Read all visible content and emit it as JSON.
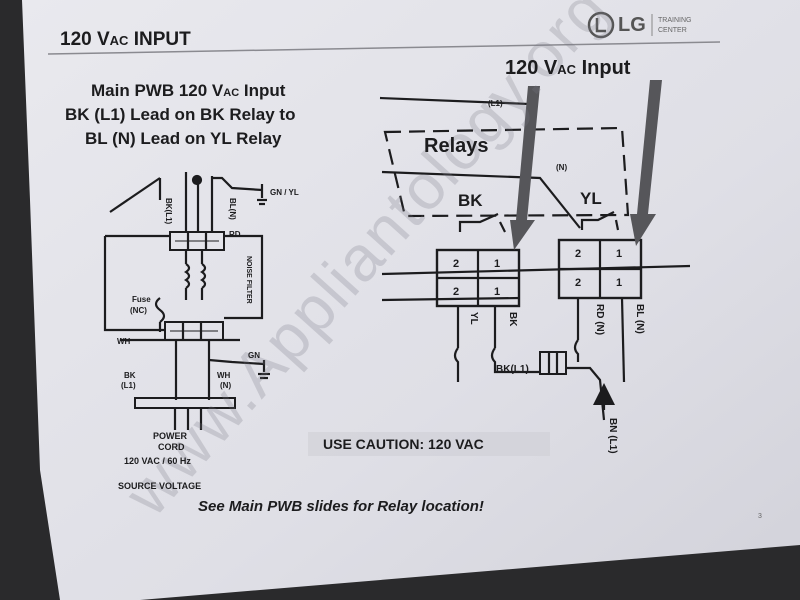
{
  "header": {
    "title": "120 VAC INPUT",
    "title_main": "120 V",
    "title_sub": "AC",
    "title_rest": " INPUT",
    "logo_text": "LG",
    "logo_caption_line1": "TRAINING",
    "logo_caption_line2": "CENTER"
  },
  "heading": {
    "line1_main": "Main PWB 120 V",
    "line1_sub": "AC",
    "line1_rest": " Input",
    "line2": "BK (L1) Lead on BK Relay to",
    "line3": "BL (N) Lead on YL Relay"
  },
  "left_diagram": {
    "gn_yl": "GN / YL",
    "bk_l1_vertical": "BK(L1)",
    "bl_n_vertical": "BL(N)",
    "rd": "RD",
    "noise_filter": "NOISE FILTER",
    "fuse": "Fuse",
    "fuse_note": "(NC)",
    "wh_left": "WH",
    "gn": "GN",
    "bk": "BK",
    "l1": "(L1)",
    "wh": "WH",
    "n": "(N)",
    "power": "POWER",
    "cord": "CORD",
    "rating": "120 VAC / 60 Hz",
    "source_voltage": "SOURCE VOLTAGE"
  },
  "right_diagram": {
    "input_label_main": "120 V",
    "input_label_sub": "AC",
    "input_label_rest": " Input",
    "l1": "(L1)",
    "relays": "Relays",
    "n": "(N)",
    "bk": "BK",
    "yl": "YL",
    "bk_relay_cells": [
      "2",
      "1",
      "2",
      "1"
    ],
    "yl_relay_cells": [
      "2",
      "1",
      "2",
      "1"
    ],
    "wire_yl": "YL",
    "wire_bk": "BK",
    "wire_rd_n": "RD (N)",
    "wire_bl_n": "BL (N)",
    "bk_l1_bottom": "BK(L1)",
    "bn_l1": "BN (L1)"
  },
  "caution": {
    "text": "USE CAUTION: 120 VAC"
  },
  "footer": {
    "text": "See Main PWB slides for Relay location!",
    "page_number": "3"
  },
  "watermark": "www.Appliantology.org",
  "colors": {
    "paper": "#e4e4ea",
    "ink": "#1c1c1e",
    "arrow": "#5a5a5e",
    "background": "#2a2a2c"
  }
}
